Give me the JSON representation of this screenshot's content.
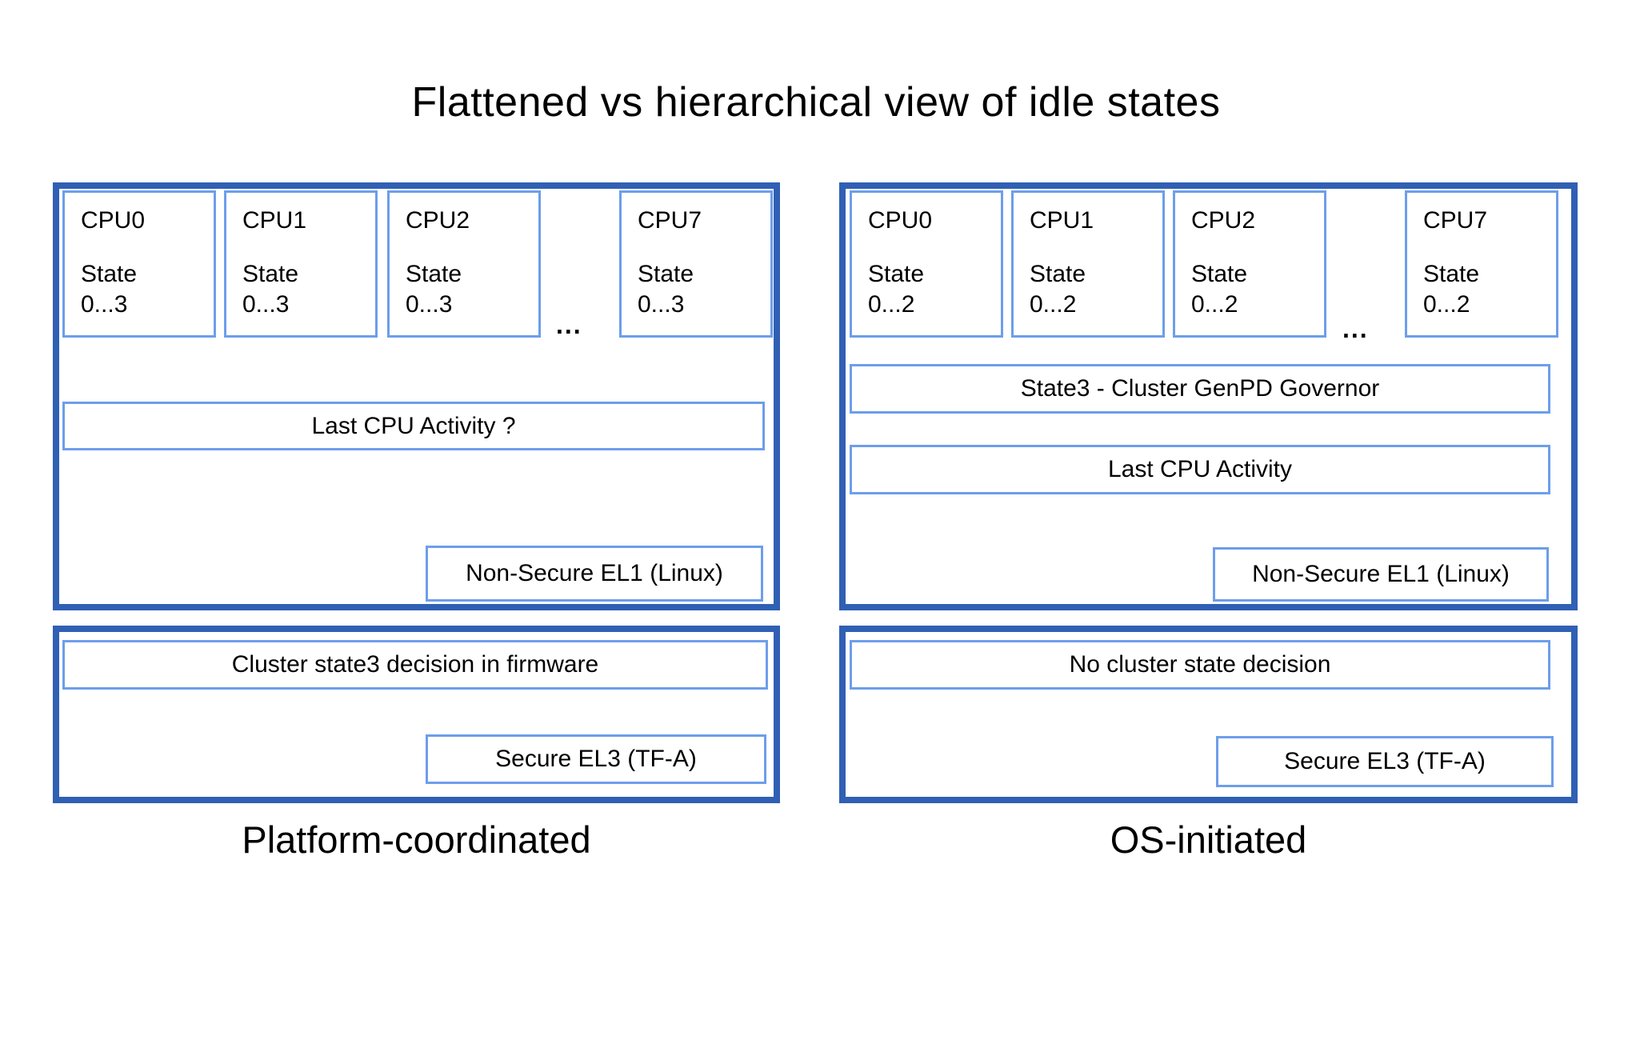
{
  "title": "Flattened vs hierarchical view of idle states",
  "colors": {
    "outer_border": "#3060b4",
    "inner_border": "#6d9eeb",
    "text": "#000000",
    "background": "#ffffff"
  },
  "left": {
    "label": "Platform-coordinated",
    "cpus": [
      {
        "label": "CPU0",
        "state_label": "State",
        "state_range": "0...3"
      },
      {
        "label": "CPU1",
        "state_label": "State",
        "state_range": "0...3"
      },
      {
        "label": "CPU2",
        "state_label": "State",
        "state_range": "0...3"
      },
      {
        "label": "CPU7",
        "state_label": "State",
        "state_range": "0...3"
      }
    ],
    "ellipsis": "...",
    "last_cpu_activity": "Last CPU Activity ?",
    "non_secure": "Non-Secure EL1 (Linux)",
    "cluster_decision": "Cluster state3 decision in firmware",
    "secure": "Secure EL3 (TF-A)"
  },
  "right": {
    "label": "OS-initiated",
    "cpus": [
      {
        "label": "CPU0",
        "state_label": "State",
        "state_range": "0...2"
      },
      {
        "label": "CPU1",
        "state_label": "State",
        "state_range": "0...2"
      },
      {
        "label": "CPU2",
        "state_label": "State",
        "state_range": "0...2"
      },
      {
        "label": "CPU7",
        "state_label": "State",
        "state_range": "0...2"
      }
    ],
    "ellipsis": "...",
    "governor": "State3 - Cluster GenPD Governor",
    "last_cpu_activity": "Last CPU Activity",
    "non_secure": "Non-Secure EL1 (Linux)",
    "cluster_decision": "No cluster state decision",
    "secure": "Secure EL3 (TF-A)"
  }
}
